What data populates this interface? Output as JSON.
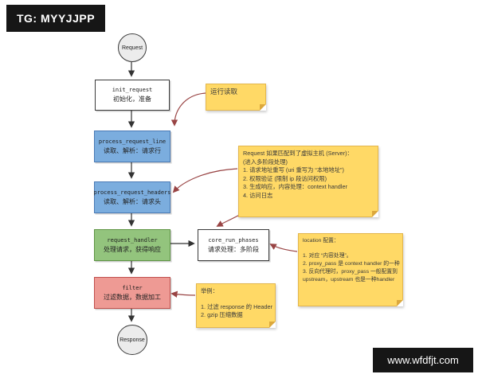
{
  "badges": {
    "tg": "TG: MYYJJPP",
    "site": "www.wfdfjt.com"
  },
  "flow": {
    "start": "Request",
    "end": "Response",
    "nodes": [
      {
        "title": "init_request",
        "subtitle": "初始化，准备"
      },
      {
        "title": "process_request_line",
        "subtitle": "读取、解析：请求行"
      },
      {
        "title": "process_request_headers",
        "subtitle": "读取、解析：请求头"
      },
      {
        "title": "request_handler",
        "subtitle": "处理请求，获得响应"
      },
      {
        "title": "core_run_phases",
        "subtitle": "请求处理：多阶段"
      },
      {
        "title": "filter",
        "subtitle": "过滤数据，数据加工"
      }
    ]
  },
  "notes": [
    {
      "lines": [
        "运行读取"
      ]
    },
    {
      "lines": [
        "Request 如果匹配到了虚拟主机 (Server)：",
        "(进入多阶段处理)",
        "1. 请求地址重写 (uri 重写为 “本地地址”)",
        "2. 权限验证 (限制 ip 段访问权限)",
        "3. 生成响应，内容处理：context handler",
        "4. 访问日志"
      ]
    },
    {
      "lines": [
        "location 配置：",
        "",
        "1. 对应 “内容处理”。",
        "2. proxy_pass 是 context handler 的一种",
        "3. 反向代理时，proxy_pass 一般配置到",
        "upstream，upstream 也是一种handler"
      ]
    },
    {
      "lines": [
        "举例：",
        "",
        "1. 过滤 response 的 Header",
        "2. gzip 压缩数据"
      ]
    }
  ],
  "colors": {
    "blue": "#7badde",
    "green": "#93c47d",
    "red": "#ee9a94",
    "note": "#ffd966",
    "badge": "#161616"
  }
}
